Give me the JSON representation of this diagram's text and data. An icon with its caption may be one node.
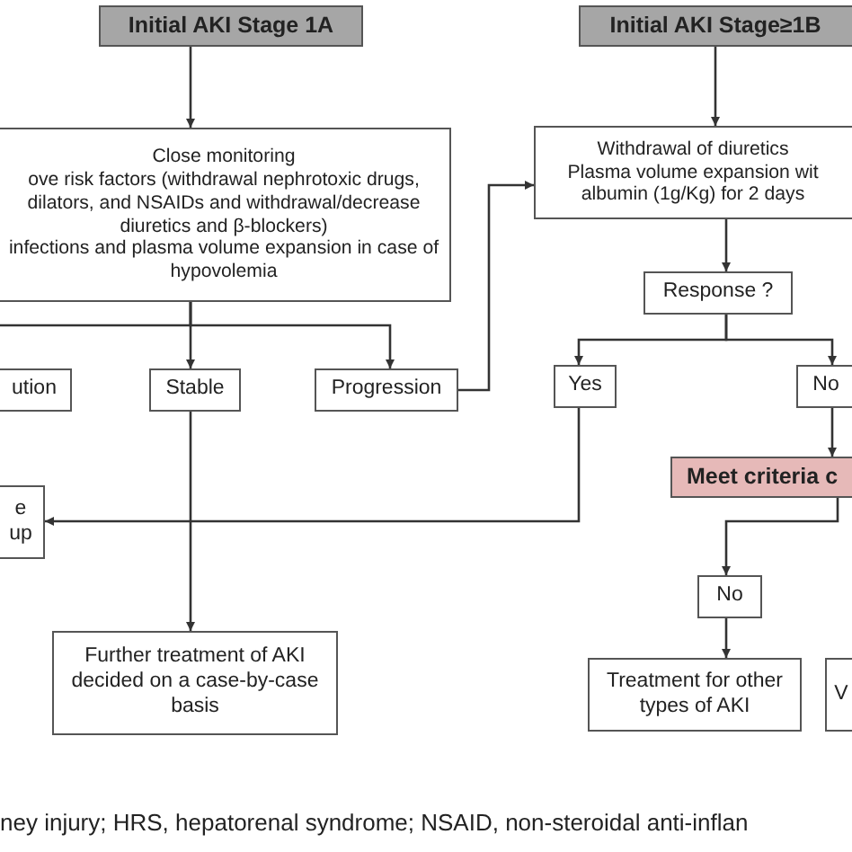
{
  "diagram": {
    "caption": "ney injury; HRS, hepatorenal syndrome; NSAID, non-steroidal anti-inflan",
    "nodes": [
      {
        "text": [
          "Initial AKI Stage 1A"
        ]
      },
      {
        "text": [
          "Initial AKI Stage≥1B"
        ]
      },
      {
        "text": [
          "Close monitoring",
          "ove risk factors (withdrawal nephrotoxic drugs, dilators, and NSAIDs and withdrawal/decrease diuretics and β-blockers)",
          "infections and plasma volume expansion in case of hypovolemia"
        ]
      },
      {
        "text": [
          "Withdrawal of diuretics",
          "Plasma volume expansion wit albumin (1g/Kg) for 2 days"
        ]
      },
      {
        "text": [
          "Response ?"
        ]
      },
      {
        "text": [
          "ution"
        ]
      },
      {
        "text": [
          "Stable"
        ]
      },
      {
        "text": [
          "Progression"
        ]
      },
      {
        "text": [
          "Yes"
        ]
      },
      {
        "text": [
          "No"
        ]
      },
      {
        "text": [
          "Meet criteria c"
        ]
      },
      {
        "text": [
          "e up"
        ]
      },
      {
        "text": [
          "Further treatment of AKI decided on a case-by-case basis"
        ]
      },
      {
        "text": [
          "No"
        ]
      },
      {
        "text": [
          "Treatment for other types of AKI"
        ]
      },
      {
        "text": [
          "V"
        ]
      }
    ],
    "edges": [
      {
        "from": 0,
        "to": 2,
        "arrow": "to"
      },
      {
        "from": 1,
        "to": 3,
        "arrow": "to"
      },
      {
        "from": 2,
        "to": 5,
        "arrow": "to"
      },
      {
        "from": 2,
        "to": 6,
        "arrow": "to"
      },
      {
        "from": 2,
        "to": 7,
        "arrow": "to"
      },
      {
        "from": 7,
        "to": 3,
        "arrow": "to"
      },
      {
        "from": 3,
        "to": 4,
        "arrow": "to"
      },
      {
        "from": 4,
        "to": 8,
        "arrow": "to"
      },
      {
        "from": 4,
        "to": 9,
        "arrow": "to"
      },
      {
        "from": 8,
        "to": 11,
        "arrow": "to"
      },
      {
        "from": 6,
        "to": 12,
        "arrow": "to"
      },
      {
        "from": 9,
        "to": 10,
        "arrow": "to"
      },
      {
        "from": 10,
        "to": 13,
        "arrow": "to"
      },
      {
        "from": 13,
        "to": 14,
        "arrow": "to"
      }
    ]
  }
}
